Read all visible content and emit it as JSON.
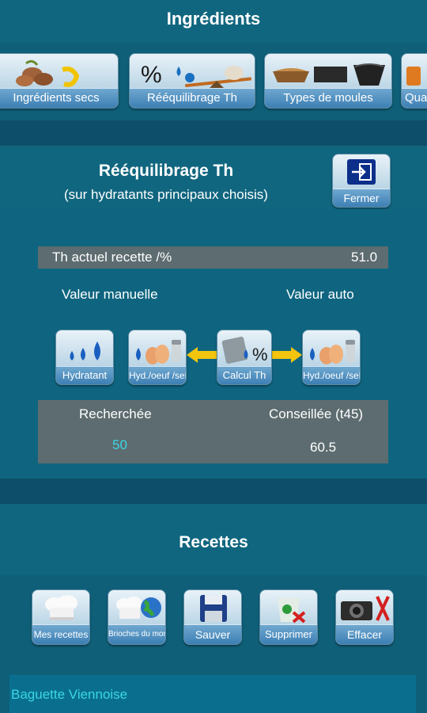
{
  "header": {
    "title": "Ingrédients"
  },
  "categories": [
    {
      "label": "Ingrédients secs"
    },
    {
      "label": "Rééquilibrage Th"
    },
    {
      "label": "Types de moules"
    },
    {
      "label": "Qua"
    }
  ],
  "reequilibrage": {
    "title": "Rééquilibrage Th",
    "subtitle": "(sur hydratants principaux choisis)",
    "close_label": "Fermer",
    "th_label": "Th actuel recette /%",
    "th_value": "51.0",
    "manual_label": "Valeur manuelle",
    "auto_label": "Valeur auto",
    "buttons": {
      "hydratant": "Hydratant",
      "hyd_left": "Hyd./oeuf /sel",
      "calcul": "Calcul Th",
      "hyd_right": "Hyd./oeuf /sel"
    },
    "searched_label": "Recherchée",
    "searched_value": "50",
    "advised_label": "Conseillée (t45)",
    "advised_value": "60.5"
  },
  "recipes": {
    "title": "Recettes",
    "buttons": {
      "mine": "Mes recettes",
      "world": "Brioches du monde",
      "save": "Sauver",
      "delete": "Supprimer",
      "clear": "Effacer"
    },
    "current": "Baguette Viennoise"
  },
  "colors": {
    "accent_cyan": "#3ad7e6",
    "panel_gray": "#5d6c70",
    "header_blue": "#10667f",
    "arrow_yellow": "#f2c40e"
  }
}
